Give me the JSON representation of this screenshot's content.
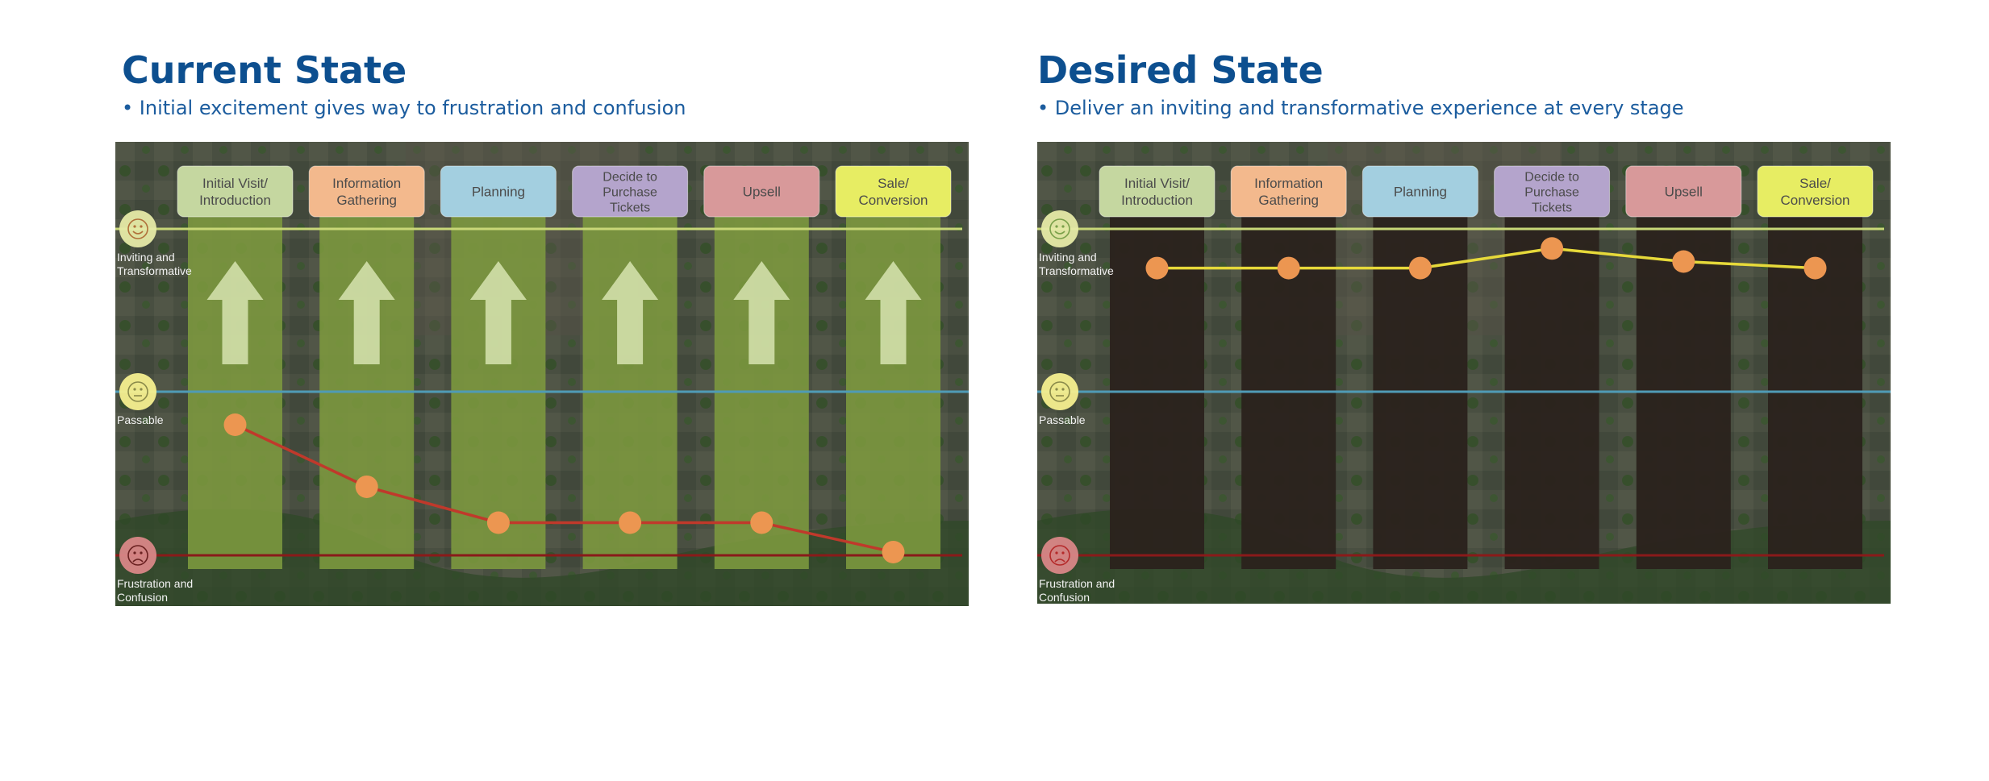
{
  "colors": {
    "heading": "#0d4f8f",
    "subtitle": "#1b5c9e",
    "top_line": "#c9d878",
    "mid_line": "#4f9bb6",
    "bottom_line": "#8a1a1a",
    "current_column": "#7d9a3f",
    "desired_column": "#2b221d",
    "current_line": "#c0392b",
    "desired_line": "#e6d93a",
    "point": "#ec9651"
  },
  "levels": [
    {
      "label_1": "Inviting and",
      "label_2": "Transformative",
      "icon": "smiley-happy-icon"
    },
    {
      "label_1": "Passable",
      "label_2": "",
      "icon": "smiley-neutral-icon"
    },
    {
      "label_1": "Frustration and",
      "label_2": "Confusion",
      "icon": "smiley-sad-icon"
    }
  ],
  "stages": [
    {
      "lines": [
        "Initial Visit/",
        "Introduction"
      ],
      "color": "#c5d7a0"
    },
    {
      "lines": [
        "Information",
        "Gathering"
      ],
      "color": "#f3b98d"
    },
    {
      "lines": [
        "Planning"
      ],
      "color": "#a3cfe0"
    },
    {
      "lines": [
        "Decide to",
        "Purchase",
        "Tickets"
      ],
      "color": "#b4a4cc"
    },
    {
      "lines": [
        "Upsell"
      ],
      "color": "#d8999a"
    },
    {
      "lines": [
        "Sale/",
        "Conversion"
      ],
      "color": "#e7ed63"
    }
  ],
  "panels": {
    "current": {
      "title": "Current State",
      "subtitle": "• Initial excitement gives way to frustration and confusion"
    },
    "desired": {
      "title": "Desired State",
      "subtitle": "• Deliver an inviting and transformative experience at every stage"
    }
  },
  "chart_data": [
    {
      "type": "line",
      "categories": [
        "Initial Visit/Introduction",
        "Information Gathering",
        "Planning",
        "Decide to Purchase Tickets",
        "Upsell",
        "Sale/Conversion"
      ],
      "y_scale": [
        "Frustration and Confusion",
        "Passable",
        "Inviting and Transformative"
      ],
      "ylim": [
        0,
        1
      ],
      "values": [
        0.4,
        0.21,
        0.1,
        0.1,
        0.1,
        0.01
      ],
      "improvement_arrows": true
    },
    {
      "type": "line",
      "categories": [
        "Initial Visit/Introduction",
        "Information Gathering",
        "Planning",
        "Decide to Purchase Tickets",
        "Upsell",
        "Sale/Conversion"
      ],
      "y_scale": [
        "Frustration and Confusion",
        "Passable",
        "Inviting and Transformative"
      ],
      "ylim": [
        0,
        1
      ],
      "values": [
        0.88,
        0.88,
        0.88,
        0.94,
        0.9,
        0.88
      ],
      "improvement_arrows": false
    }
  ]
}
